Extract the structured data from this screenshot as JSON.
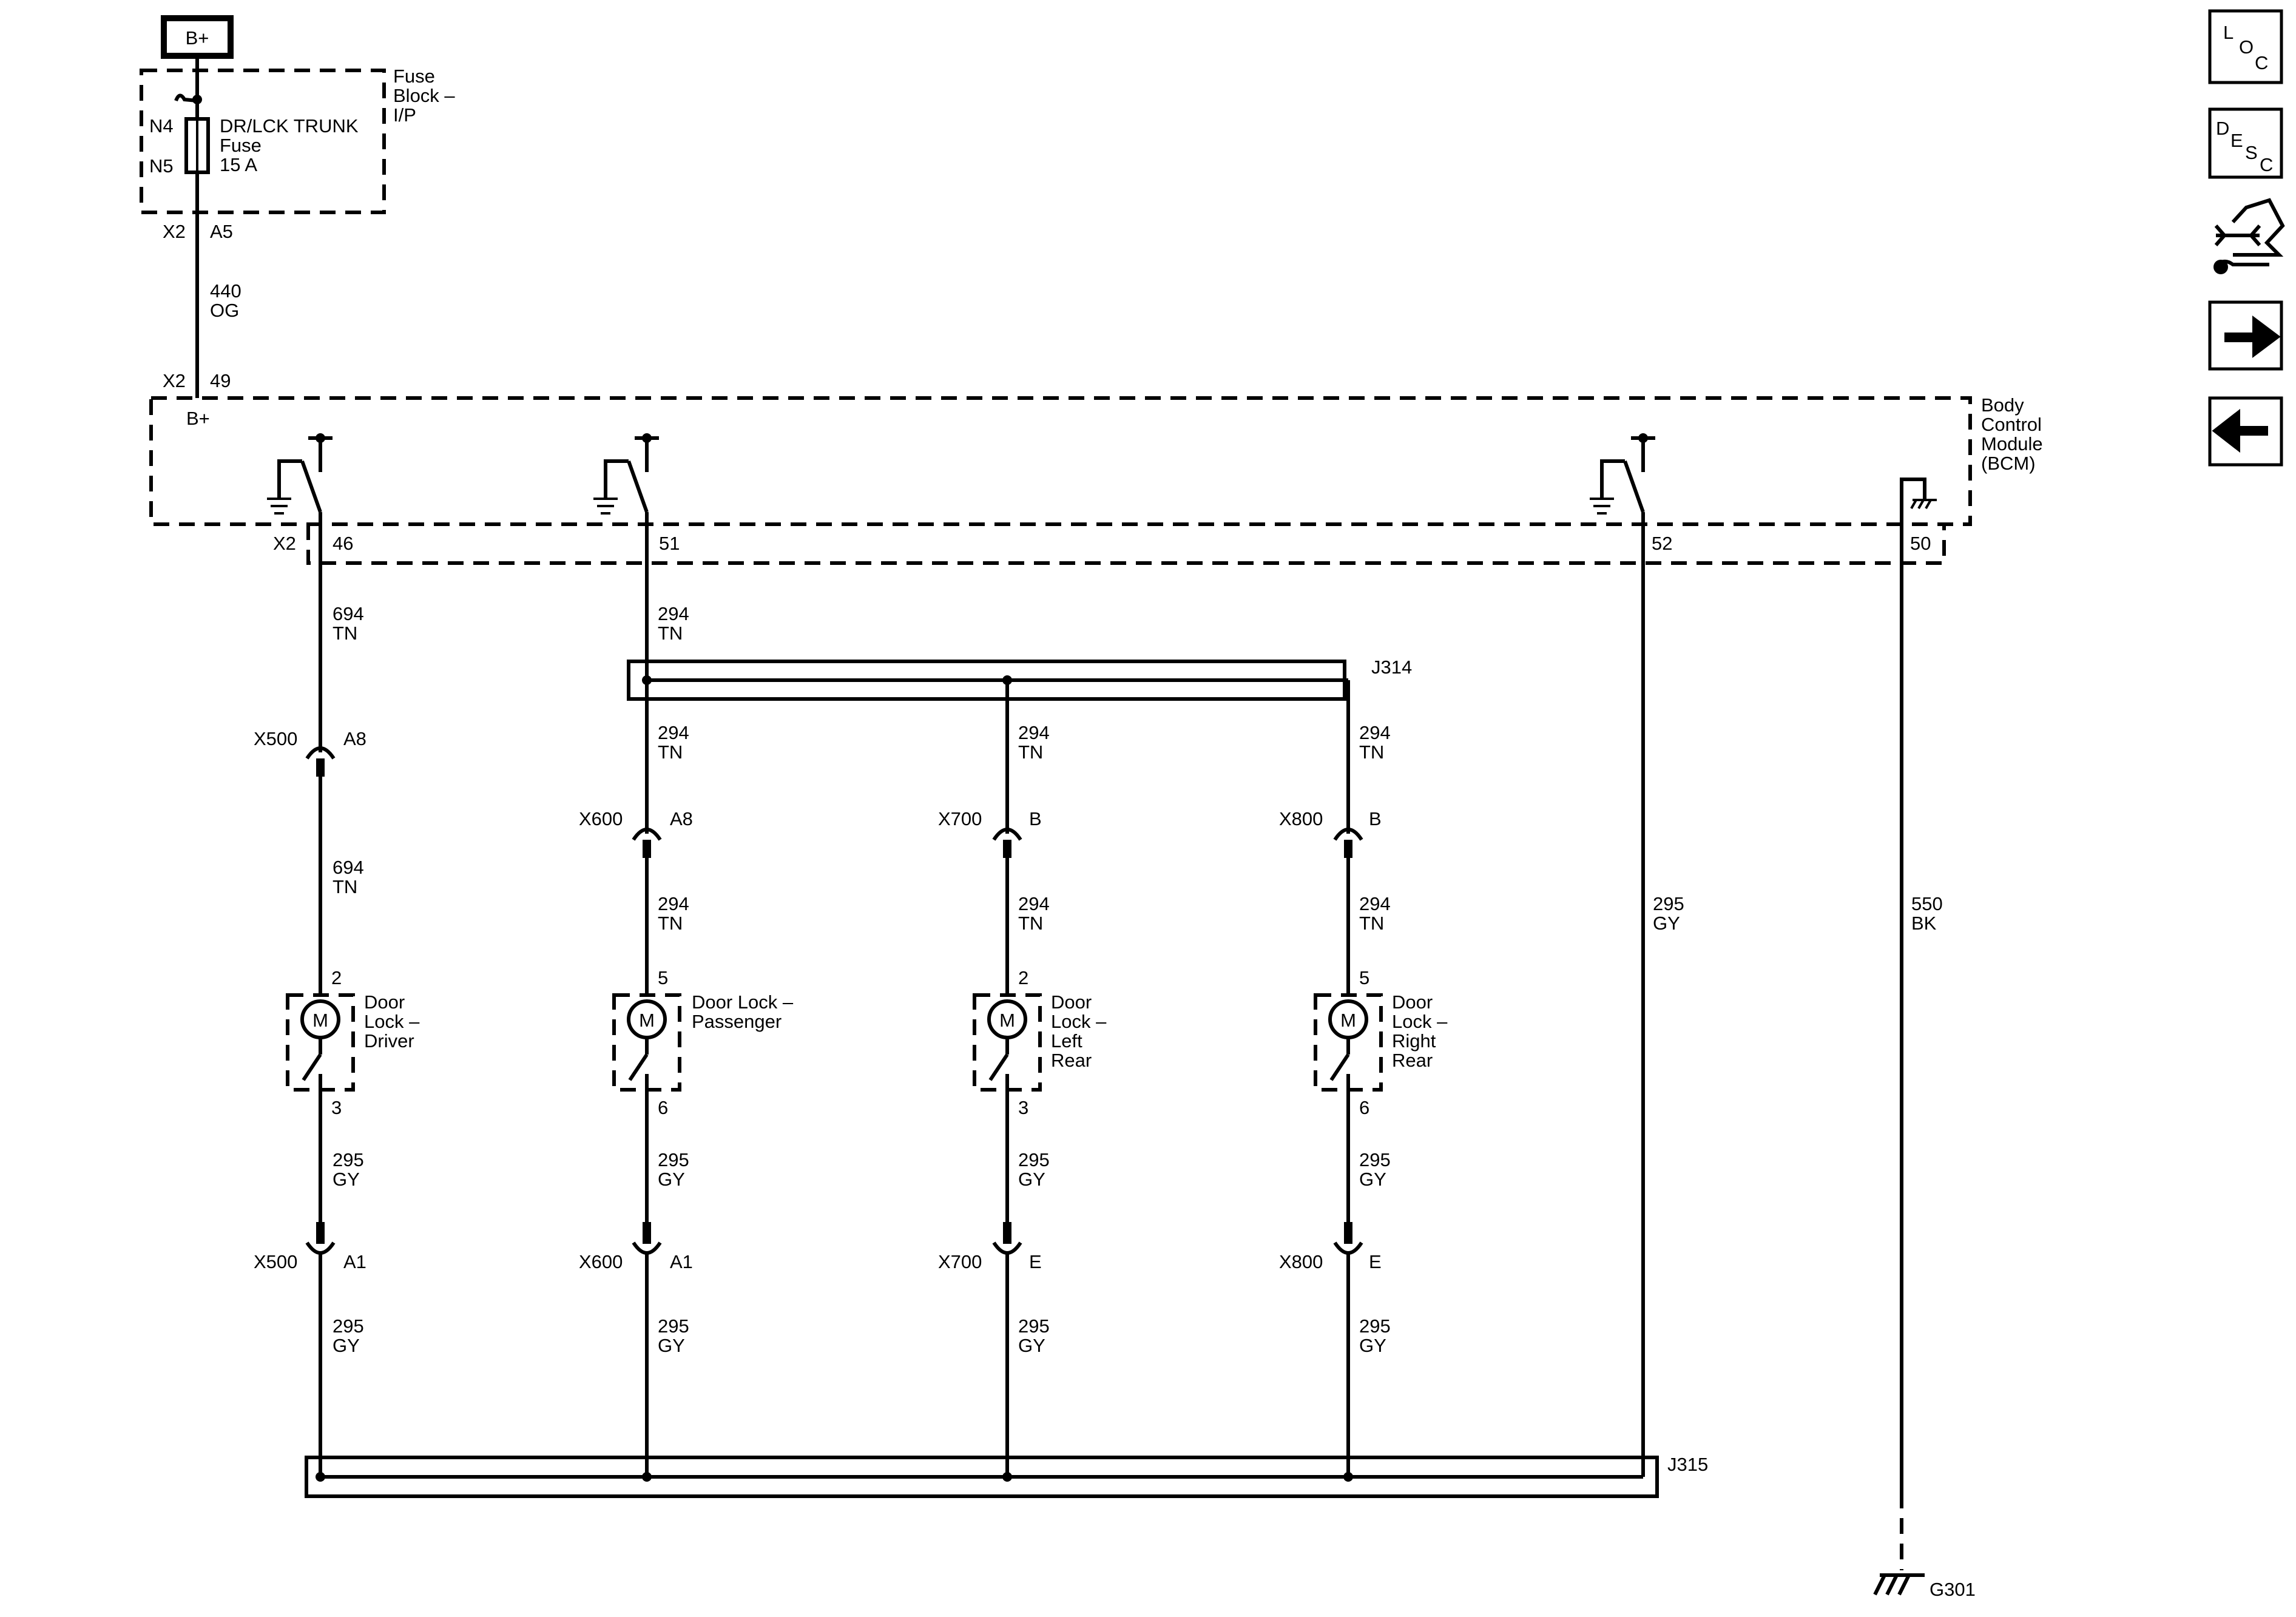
{
  "power": {
    "label": "B+"
  },
  "fuse_block": {
    "name_l1": "Fuse",
    "name_l2": "Block –",
    "name_l3": "I/P",
    "pin_in": "N4",
    "pin_out": "N5",
    "fuse_l1": "DR/LCK TRUNK",
    "fuse_l2": "Fuse",
    "fuse_l3": "15 A",
    "conn": "X2",
    "pin": "A5"
  },
  "feed_wire": {
    "circuit": "440",
    "color": "OG"
  },
  "bcm": {
    "name_l1": "Body",
    "name_l2": "Control",
    "name_l3": "Module",
    "name_l4": "(BCM)",
    "in_conn": "X2",
    "in_pin": "49",
    "in_label": "B+",
    "out_conn": "X2",
    "pins": [
      "46",
      "51",
      "52",
      "50"
    ]
  },
  "wires": {
    "driver_supply": {
      "circuit": "694",
      "color": "TN"
    },
    "passenger_supply": {
      "circuit": "294",
      "color": "TN"
    },
    "common_return": {
      "circuit": "295",
      "color": "GY"
    },
    "ground": {
      "circuit": "550",
      "color": "BK"
    }
  },
  "splices": {
    "upper": "J314",
    "lower": "J315"
  },
  "connectors": {
    "x500": "X500",
    "x600": "X600",
    "x700": "X700",
    "x800": "X800",
    "x500_top": "A8",
    "x600_top": "A8",
    "x700_top": "B",
    "x800_top": "B",
    "x500_bot": "A1",
    "x600_bot": "A1",
    "x700_bot": "E",
    "x800_bot": "E"
  },
  "motors": [
    {
      "symbol": "M",
      "l1": "Door",
      "l2": "Lock –",
      "l3": "Driver",
      "l4": "",
      "pin_top": "2",
      "pin_bot": "3"
    },
    {
      "symbol": "M",
      "l1": "Door Lock –",
      "l2": "Passenger",
      "l3": "",
      "l4": "",
      "pin_top": "5",
      "pin_bot": "6"
    },
    {
      "symbol": "M",
      "l1": "Door",
      "l2": "Lock –",
      "l3": "Left",
      "l4": "Rear",
      "pin_top": "2",
      "pin_bot": "3"
    },
    {
      "symbol": "M",
      "l1": "Door",
      "l2": "Lock –",
      "l3": "Right",
      "l4": "Rear",
      "pin_top": "5",
      "pin_bot": "6"
    }
  ],
  "ground_point": {
    "label": "G301"
  },
  "nav": {
    "loc": [
      "L",
      "O",
      "C"
    ],
    "desc": [
      "D",
      "E",
      "S",
      "C"
    ],
    "service_icon": "connector-service-icon",
    "next_icon": "arrow-right-icon",
    "prev_icon": "arrow-left-icon"
  }
}
